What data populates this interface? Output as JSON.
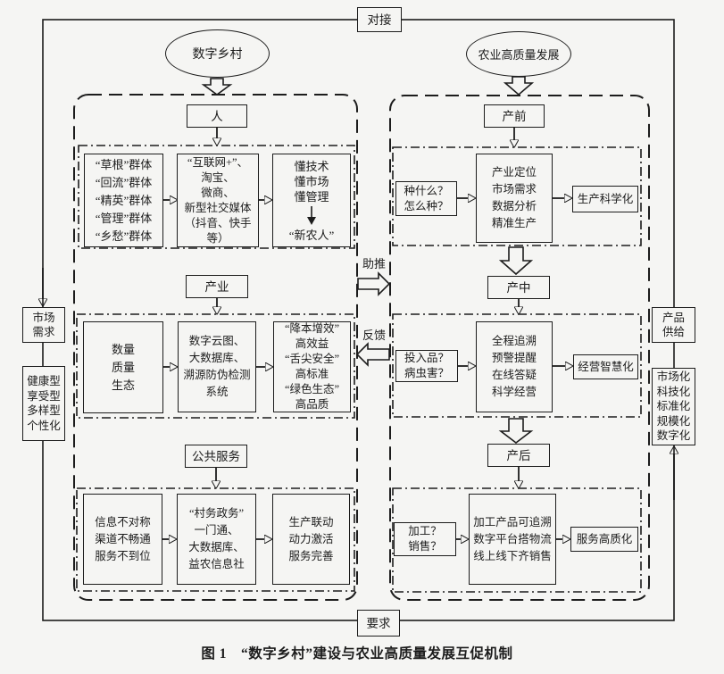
{
  "colors": {
    "background": "#f5f5f3",
    "ink": "#1c1c1c"
  },
  "figure": {
    "caption": "图 1　“数字乡村”建设与农业高质量发展互促机制"
  },
  "connectors": {
    "top": "对接",
    "bottom": "要求",
    "boost": "助推",
    "feedback": "反馈"
  },
  "left_rail": {
    "demand": "市场\n需求",
    "traits": "健康型\n享受型\n多样型\n个性化"
  },
  "right_rail": {
    "supply": "产品\n供给",
    "traits": "市场化\n科技化\n标准化\n规模化\n数字化"
  },
  "digital_village": {
    "title": "数字乡村",
    "people": {
      "header": "人",
      "groups": "“草根”群体\n“回流”群体\n“精英”群体\n“管理”群体\n“乡愁”群体",
      "media": "“互联网+”、\n淘宝、\n微商、\n新型社交媒体\n（抖音、快手\n等）",
      "skills": "懂技术\n懂市场\n懂管理",
      "new_farmer": "“新农人”"
    },
    "industry": {
      "header": "产业",
      "inputs": "数量\n质量\n生态",
      "tools": "数字云图、\n大数据库、\n溯源防伪检测\n系统",
      "outcomes": "“降本增效”\n高效益\n“舌尖安全”\n高标准\n“绿色生态”\n高品质"
    },
    "public_service": {
      "header": "公共服务",
      "problems": "信息不对称\n渠道不畅通\n服务不到位",
      "tools": "“村务政务”\n一门通、\n大数据库、\n益农信息社",
      "outcomes": "生产联动\n动力激活\n服务完善"
    }
  },
  "agriculture": {
    "title": "农业高质量发展",
    "pre_production": {
      "header": "产前",
      "question": "种什么？\n怎么种？",
      "process": "产业定位\n市场需求\n数据分析\n精准生产",
      "result": "生产科学化"
    },
    "mid_production": {
      "header": "产中",
      "question": "投入品？\n病虫害？",
      "process": "全程追溯\n预警提醒\n在线答疑\n科学经营",
      "result": "经营智慧化"
    },
    "post_production": {
      "header": "产后",
      "question": "加工？\n销售？",
      "process": "加工产品可追溯\n数字平台搭物流\n线上线下齐销售",
      "result": "服务高质化"
    }
  }
}
